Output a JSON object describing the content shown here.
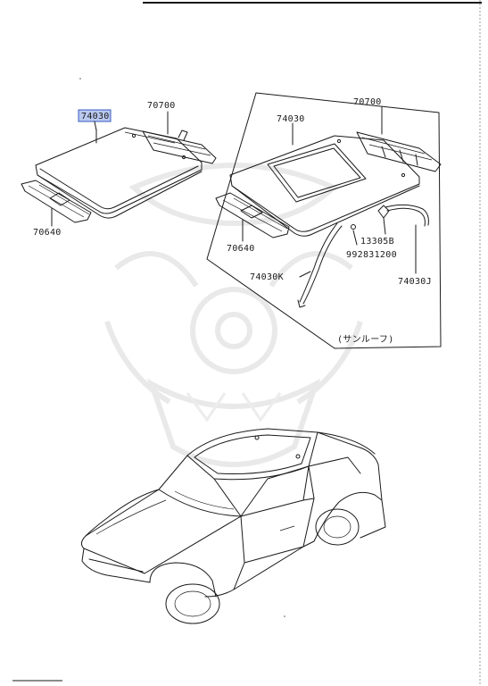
{
  "labels": {
    "roof_left": "74030",
    "rail_rear_left": "70700",
    "rail_front_left": "70640",
    "roof_right": "74030",
    "rail_rear_right": "70700",
    "rail_front_right": "70640",
    "clip": "13305B",
    "screw": "992831200",
    "drain_hose_k": "74030K",
    "drain_hose_j": "74030J",
    "sunroof_note": "(サンルーフ)"
  },
  "colors": {
    "highlight": "#b9c8ef",
    "highlight_border": "#3b5cc4",
    "line": "#1a1a1a",
    "watermark": "#e9e9e9"
  }
}
